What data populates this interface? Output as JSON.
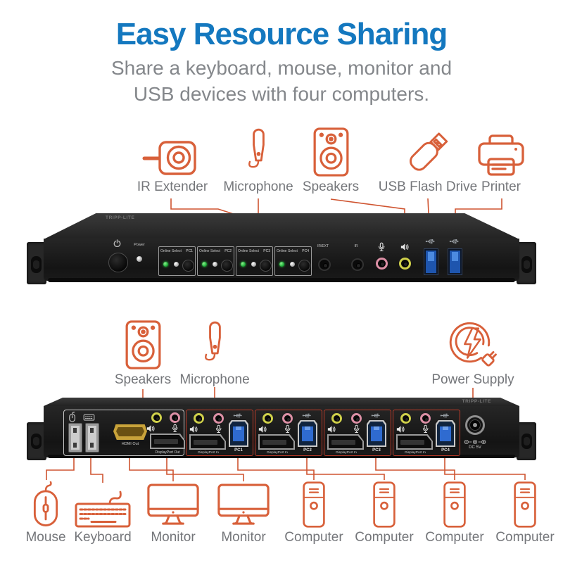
{
  "header": {
    "title": "Easy Resource Sharing",
    "subtitle_line1": "Share a keyboard, mouse, monitor and",
    "subtitle_line2": "USB devices with four computers."
  },
  "colors": {
    "title_blue": "#1478bf",
    "callout_orange": "#d8603a",
    "leader_line_orange": "#cf5430",
    "label_gray": "#74767a",
    "pc_group_highlight": "#bf3c2a"
  },
  "front_view": {
    "callouts": [
      {
        "icon": "ir-extender-icon",
        "label": "IR Extender"
      },
      {
        "icon": "microphone-icon",
        "label": "Microphone"
      },
      {
        "icon": "speakers-icon",
        "label": "Speakers"
      },
      {
        "icon": "usb-flash-drive-icon",
        "label": "USB Flash Drive"
      },
      {
        "icon": "printer-icon",
        "label": "Printer"
      }
    ],
    "panel": {
      "brand": "TRIPP-LITE",
      "power_label": "Power",
      "groups": [
        {
          "online": "Online",
          "select": "Select",
          "pc": "PC1"
        },
        {
          "online": "Online",
          "select": "Select",
          "pc": "PC2"
        },
        {
          "online": "Online",
          "select": "Select",
          "pc": "PC3"
        },
        {
          "online": "Online",
          "select": "Select",
          "pc": "PC4"
        }
      ],
      "ir_ext_label": "IR/EXT",
      "ir_label": "IR"
    }
  },
  "rear_view": {
    "callouts": [
      {
        "icon": "speakers-icon",
        "label": "Speakers"
      },
      {
        "icon": "microphone-icon",
        "label": "Microphone"
      },
      {
        "icon": "power-supply-icon",
        "label": "Power Supply"
      }
    ],
    "panel": {
      "brand": "TRIPP-LITE",
      "hdmi_label": "HDMI Out",
      "dp_out_label": "DisplayPort Out",
      "groups": [
        {
          "dp_in": "DisplayPort In",
          "pc": "PC1"
        },
        {
          "dp_in": "DisplayPort In",
          "pc": "PC2"
        },
        {
          "dp_in": "DisplayPort In",
          "pc": "PC3"
        },
        {
          "dp_in": "DisplayPort In",
          "pc": "PC4"
        }
      ],
      "dc_label": "DC 5V"
    }
  },
  "bottom": {
    "callouts": [
      {
        "icon": "mouse-icon",
        "label": "Mouse"
      },
      {
        "icon": "keyboard-icon",
        "label": "Keyboard"
      },
      {
        "icon": "monitor-icon",
        "label": "Monitor"
      },
      {
        "icon": "monitor-icon",
        "label": "Monitor"
      },
      {
        "icon": "computer-icon",
        "label": "Computer"
      },
      {
        "icon": "computer-icon",
        "label": "Computer"
      },
      {
        "icon": "computer-icon",
        "label": "Computer"
      },
      {
        "icon": "computer-icon",
        "label": "Computer"
      }
    ]
  }
}
